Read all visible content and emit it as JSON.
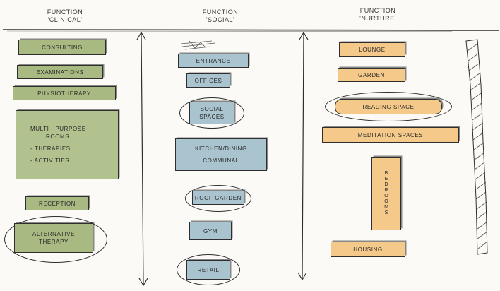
{
  "headings": {
    "clinical": {
      "line1": "FUNCTION",
      "line2": "'CLINICAL'"
    },
    "social": {
      "line1": "FUNCTION",
      "line2": "'SOCIAL'"
    },
    "nurture": {
      "line1": "FUNCTION",
      "line2": "'NURTURE'"
    }
  },
  "clinical": {
    "items": [
      "CONSULTING",
      "EXAMINATIONS",
      "PHYSIOTHERAPY"
    ],
    "multi": [
      "MULTI - PURPOSE",
      "ROOMS",
      "- THERAPIES",
      "- ACTIVITIES"
    ],
    "reception": "RECEPTION",
    "alternative": [
      "ALTERNATIVE",
      "THERAPY"
    ]
  },
  "social": {
    "entrance": "ENTRANCE",
    "offices": "OFFICES",
    "social_spaces": [
      "SOCIAL",
      "SPACES"
    ],
    "kitchen": [
      "KITCHEN/DINING",
      "COMMUNAL"
    ],
    "roof_garden": "ROOF GARDEN",
    "gym": "GYM",
    "retail": "RETAIL"
  },
  "nurture": {
    "lounge": "LOUNGE",
    "garden": "GARDEN",
    "reading": "READING SPACE",
    "meditation": "MEDITATION SPACES",
    "bedrooms": "BEDROOMS",
    "housing": "HOUSING"
  },
  "colors": {
    "clinical": "#a8ba82",
    "social": "#a9c3cf",
    "nurture": "#f4c98a",
    "ink": "#2e2e2e"
  }
}
